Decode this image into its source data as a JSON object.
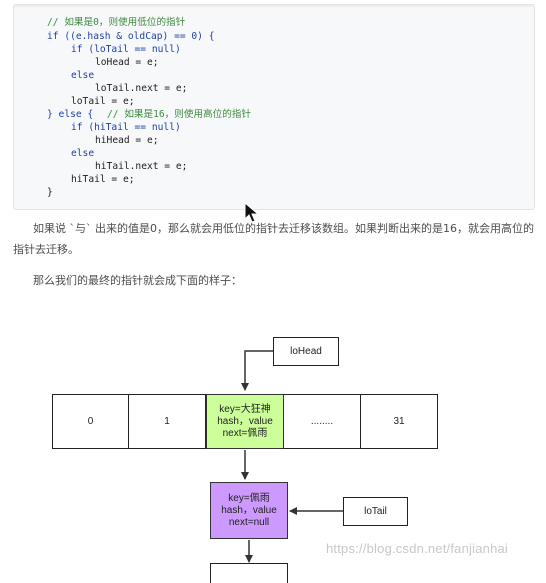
{
  "code": {
    "comment1": "// 如果是0，则使用低位的指针",
    "if_line": "if ((e.hash & oldCap) == 0) {",
    "if_lo": "if (loTail == null)",
    "lohead_assign": "loHead = e;",
    "else1": "else",
    "lotail_next": "loTail.next = e;",
    "lotail_assign": "loTail = e;",
    "else_open": "} else {",
    "comment2": "// 如果是16，则使用高位的指针",
    "if_hi": "if (hiTail == null)",
    "hihead_assign": "hiHead = e;",
    "else2": "else",
    "hitail_next": "hiTail.next = e;",
    "hitail_assign": "hiTail = e;",
    "close": "}"
  },
  "paragraph1": "如果说 `与` 出来的值是0，那么就会用低位的指针去迁移该数组。如果判断出来的是16，就会用高位的指针去迁移。",
  "paragraph2": "那么我们的最终的指针就会成下面的样子：",
  "diagram": {
    "lohead_label": "loHead",
    "lotail_label": "loTail",
    "cells": [
      "0",
      "1",
      "",
      "........",
      "31"
    ],
    "green_node": {
      "line1": "key=大狂神",
      "line2": "hash，value",
      "line3": "next=佩雨"
    },
    "purple_node": {
      "line1": "key=佩雨",
      "line2": "hash，value",
      "line3": "next=null"
    },
    "green_color": "#ccff99",
    "purple_color": "#cc99ff"
  },
  "watermark": "https://blog.csdn.net/fanjianhai"
}
